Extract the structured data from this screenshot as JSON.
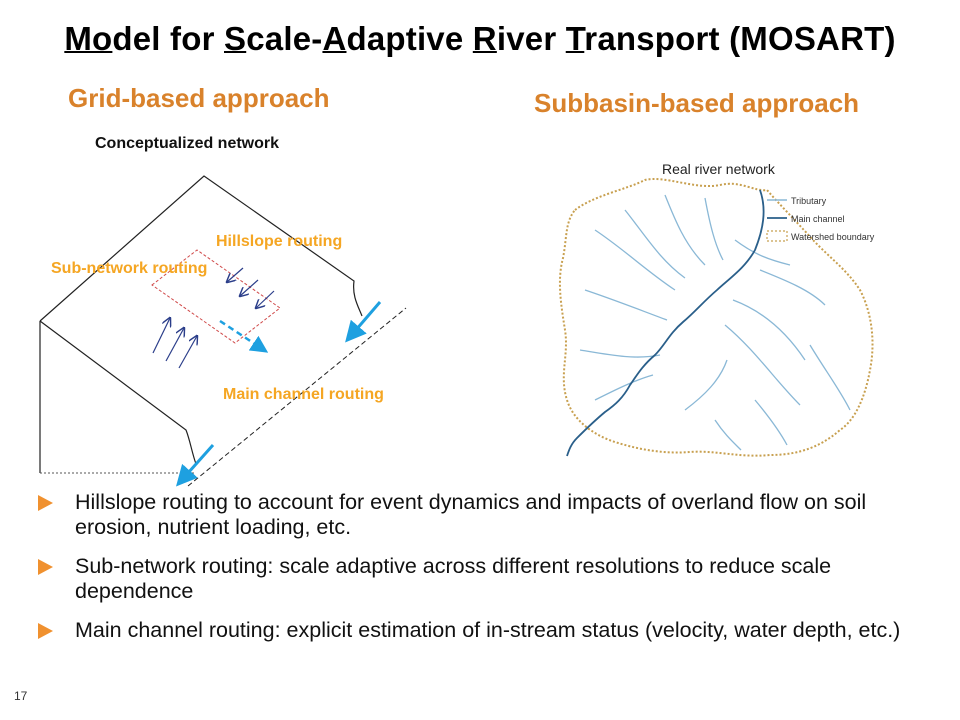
{
  "title": {
    "segments": [
      {
        "text": "Mo",
        "u": true
      },
      {
        "text": "del for ",
        "u": false
      },
      {
        "text": "S",
        "u": true
      },
      {
        "text": "cale-",
        "u": false
      },
      {
        "text": "A",
        "u": true
      },
      {
        "text": "daptive ",
        "u": false
      },
      {
        "text": "R",
        "u": true
      },
      {
        "text": "iver ",
        "u": false
      },
      {
        "text": "T",
        "u": true
      },
      {
        "text": "ransport (MOSART)",
        "u": false
      }
    ]
  },
  "left": {
    "heading": "Grid-based approach",
    "caption": "Conceptualized network",
    "labels": {
      "hillslope": "Hillslope routing",
      "subnetwork": "Sub-network  routing",
      "main_channel": "Main  channel routing"
    }
  },
  "right": {
    "heading": "Subbasin-based approach",
    "map_title": "Real river network",
    "legend": [
      "Tributary",
      "Main channel",
      "Watershed boundary"
    ]
  },
  "bullets": [
    "Hillslope routing to account for event dynamics and impacts of overland flow on soil erosion, nutrient loading, etc.",
    "Sub-network routing: scale adaptive across different resolutions to reduce scale dependence",
    "Main channel routing: explicit estimation of in-stream status (velocity, water depth, etc.)"
  ],
  "page_number": "17",
  "colors": {
    "heading": "#d9822b",
    "label": "#f5a623",
    "arrow_blue": "#1ea0e0",
    "tributary": "#8ab8d6",
    "main_channel": "#2a5f8a",
    "boundary": "#c8a050",
    "bullet": "#f0912f"
  }
}
